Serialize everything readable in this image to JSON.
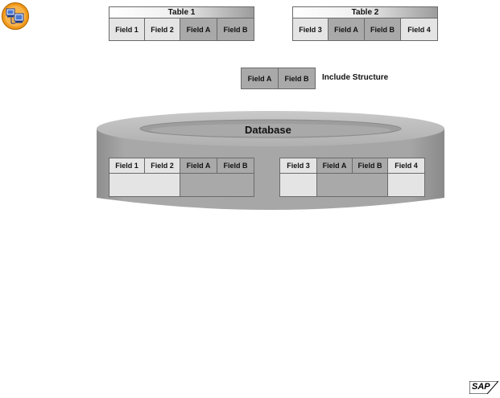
{
  "table1": {
    "title": "Table 1",
    "fields": [
      "Field 1",
      "Field 2",
      "Field A",
      "Field B"
    ]
  },
  "table2": {
    "title": "Table 2",
    "fields": [
      "Field 3",
      "Field A",
      "Field B",
      "Field 4"
    ]
  },
  "include": {
    "fields": [
      "Field A",
      "Field B"
    ],
    "label": "Include Structure"
  },
  "database": {
    "label": "Database",
    "table1_fields": [
      "Field 1",
      "Field 2",
      "Field A",
      "Field B"
    ],
    "table2_fields": [
      "Field 3",
      "Field A",
      "Field B",
      "Field 4"
    ]
  },
  "icons": {
    "top_left": "computer-network-icon",
    "bottom_right": "sap-logo"
  },
  "sap_logo_text": "SAP",
  "colors": {
    "light_cell": "#e4e4e4",
    "dark_cell": "#a9a9a9",
    "database": "#a8a8a8",
    "icon_ring": "#f39a1c"
  }
}
